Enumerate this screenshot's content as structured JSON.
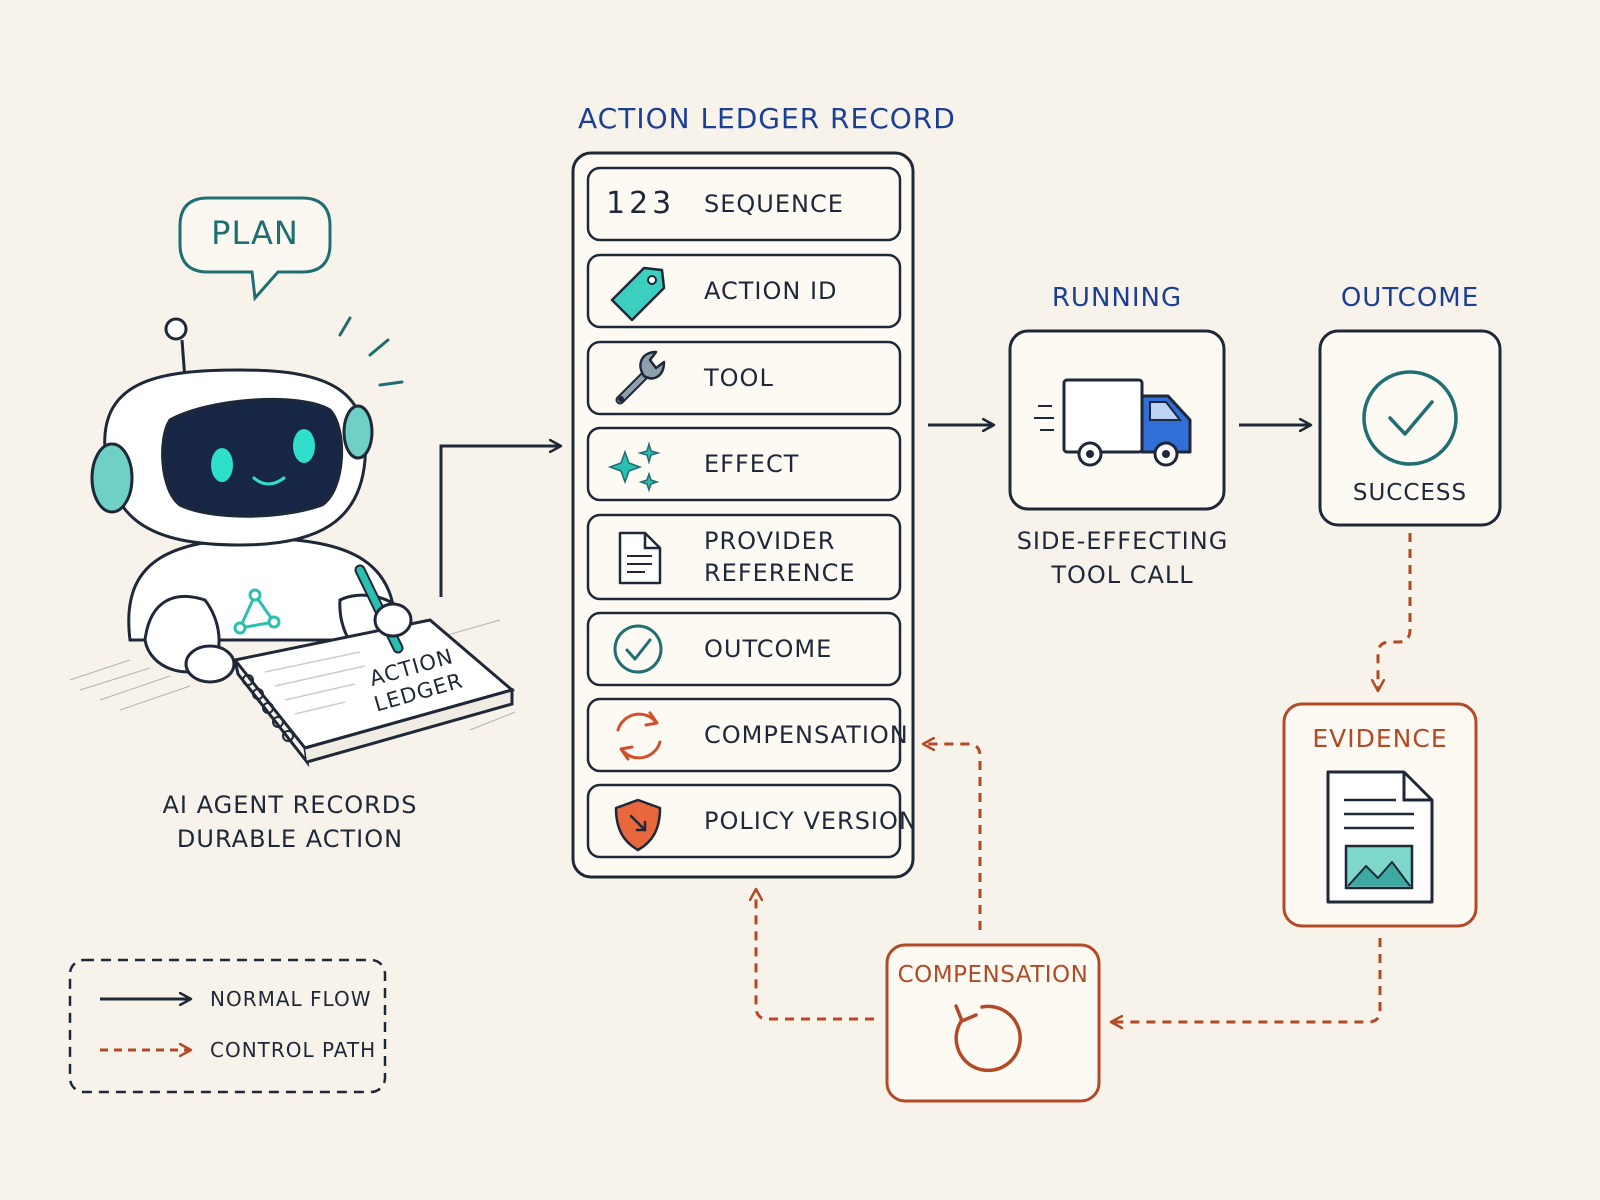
{
  "agent": {
    "speech_bubble": "PLAN",
    "notebook_label": "ACTION\nLEDGER",
    "caption": "AI AGENT RECORDS\nDURABLE ACTION"
  },
  "ledger": {
    "title": "ACTION LEDGER RECORD",
    "rows": [
      {
        "label": "SEQUENCE",
        "icon": "numbers-icon",
        "icon_text": "123"
      },
      {
        "label": "ACTION ID",
        "icon": "tag-icon"
      },
      {
        "label": "TOOL",
        "icon": "wrench-icon"
      },
      {
        "label": "EFFECT",
        "icon": "sparkles-icon"
      },
      {
        "label": "PROVIDER\nREFERENCE",
        "icon": "document-icon"
      },
      {
        "label": "OUTCOME",
        "icon": "check-circle-icon"
      },
      {
        "label": "COMPENSATION",
        "icon": "refresh-icon"
      },
      {
        "label": "POLICY VERSION",
        "icon": "shield-icon"
      }
    ]
  },
  "running": {
    "title": "RUNNING",
    "icon": "delivery-truck-icon",
    "caption": "SIDE-EFFECTING\nTOOL CALL"
  },
  "outcome": {
    "title": "OUTCOME",
    "icon": "check-circle-icon",
    "status": "SUCCESS"
  },
  "evidence": {
    "title": "EVIDENCE",
    "icon": "document-image-icon"
  },
  "compensation": {
    "title": "COMPENSATION",
    "icon": "undo-icon"
  },
  "legend": {
    "normal_flow": "NORMAL FLOW",
    "control_path": "CONTROL PATH"
  },
  "colors": {
    "background": "#f8f3ea",
    "ink": "#1f2838",
    "navy": "#1c3f96",
    "teal": "#2bbfb0",
    "rust": "#b24a26",
    "truck_blue": "#2f6fd6"
  }
}
